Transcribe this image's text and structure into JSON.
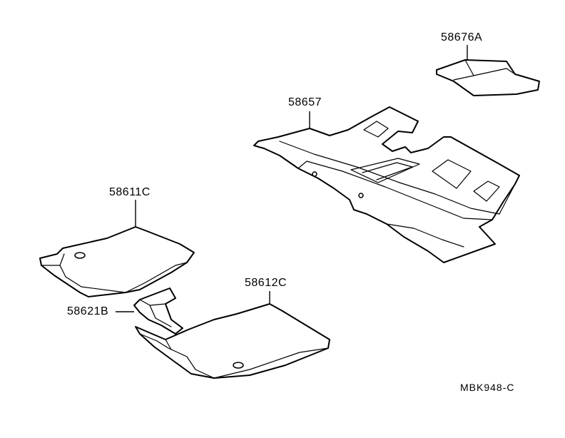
{
  "diagram": {
    "parts": [
      {
        "id": "part_58676A",
        "label": "58676A"
      },
      {
        "id": "part_58657",
        "label": "58657"
      },
      {
        "id": "part_58611C",
        "label": "58611C"
      },
      {
        "id": "part_58612C",
        "label": "58612C"
      },
      {
        "id": "part_58621B",
        "label": "58621B"
      }
    ],
    "reference_code": "MBK948-C"
  }
}
